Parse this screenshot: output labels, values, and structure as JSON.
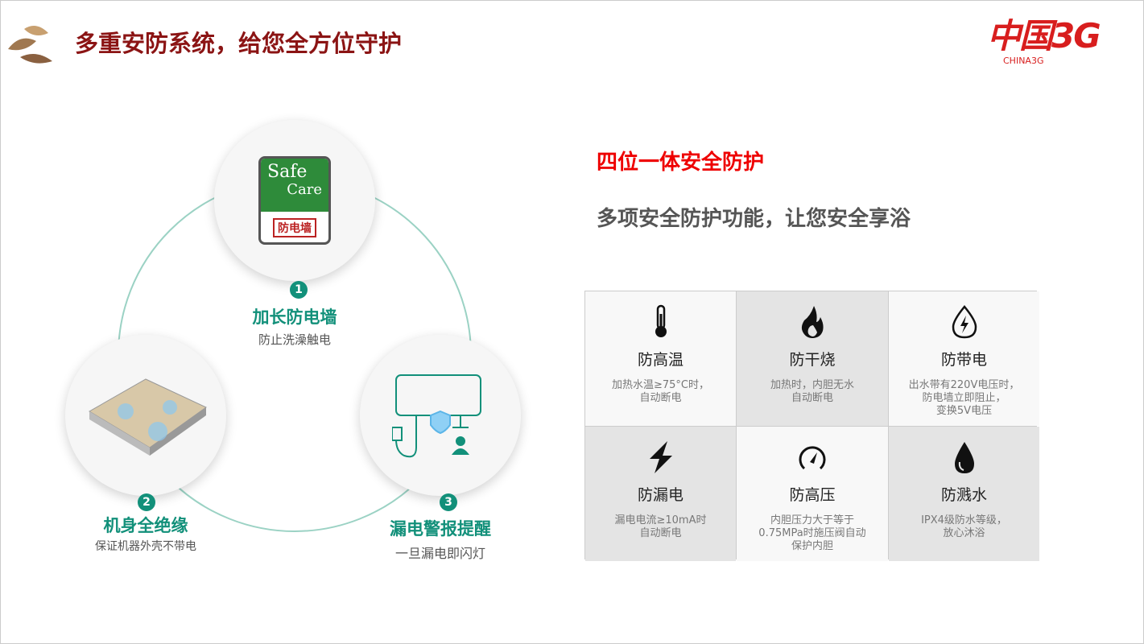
{
  "header": {
    "title": "多重安防系统，给您全方位守护",
    "logo_cn": "中国3G",
    "logo_en": "CHINA3G"
  },
  "features": [
    {
      "num": "1",
      "title": "加长防电墙",
      "sub": "防止洗澡触电",
      "badge_top": "Safe",
      "badge_bottom": "Care",
      "badge_stamp": "防电墙"
    },
    {
      "num": "2",
      "title": "机身全绝缘",
      "sub": "保证机器外壳不带电"
    },
    {
      "num": "3",
      "title": "漏电警报提醒",
      "sub": "一旦漏电即闪灯"
    }
  ],
  "right": {
    "heading": "四位一体安全防护",
    "subheading": "多项安全防护功能，让您安全享浴"
  },
  "grid": [
    {
      "icon": "thermometer-icon",
      "title": "防高温",
      "desc": "加热水温≥75°C时，\n自动断电"
    },
    {
      "icon": "flame-icon",
      "title": "防干烧",
      "desc": "加热时，内胆无水\n自动断电"
    },
    {
      "icon": "electric-drop-icon",
      "title": "防带电",
      "desc": "出水带有220V电压时，\n防电墙立即阻止，\n变换5V电压"
    },
    {
      "icon": "lightning-icon",
      "title": "防漏电",
      "desc": "漏电电流≥10mA时\n自动断电"
    },
    {
      "icon": "gauge-icon",
      "title": "防高压",
      "desc": "内胆压力大于等于\n0.75MPa时施压阀自动\n保护内胆"
    },
    {
      "icon": "water-drop-icon",
      "title": "防溅水",
      "desc": "IPX4级防水等级，\n放心沐浴"
    }
  ]
}
